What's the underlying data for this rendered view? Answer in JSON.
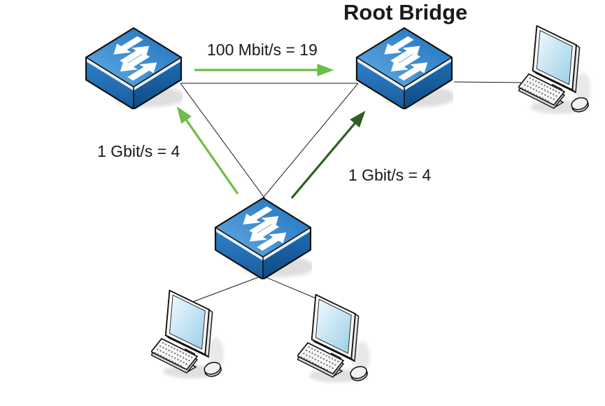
{
  "labels": {
    "root_bridge": "Root Bridge"
  },
  "path_costs": {
    "top": {
      "label": "100 Mbit/s = 19",
      "speed": "100 Mbit/s",
      "cost": 19,
      "arrow_color": "#6CBE45",
      "from": "left-switch",
      "to": "root-bridge-switch"
    },
    "left_diagonal": {
      "label": "1 Gbit/s = 4",
      "speed": "1 Gbit/s",
      "cost": 4,
      "arrow_color": "#6CBE45",
      "from": "bottom-switch",
      "to": "left-switch"
    },
    "right_diagonal": {
      "label": "1 Gbit/s = 4",
      "speed": "1 Gbit/s",
      "cost": 4,
      "arrow_color": "#2E5E22",
      "from": "bottom-switch",
      "to": "root-bridge-switch"
    }
  },
  "nodes": [
    {
      "id": "left-switch",
      "icon": "network-switch-icon"
    },
    {
      "id": "root-bridge-switch",
      "icon": "network-switch-icon",
      "caption": "Root Bridge"
    },
    {
      "id": "bottom-switch",
      "icon": "network-switch-icon"
    },
    {
      "id": "right-workstation",
      "icon": "desktop-computer-icon"
    },
    {
      "id": "bottom-left-workstation",
      "icon": "desktop-computer-icon"
    },
    {
      "id": "bottom-right-workstation",
      "icon": "desktop-computer-icon"
    }
  ],
  "links": [
    {
      "from": "left-switch",
      "to": "root-bridge-switch"
    },
    {
      "from": "left-switch",
      "to": "bottom-switch"
    },
    {
      "from": "root-bridge-switch",
      "to": "bottom-switch"
    },
    {
      "from": "root-bridge-switch",
      "to": "right-workstation"
    },
    {
      "from": "bottom-switch",
      "to": "bottom-left-workstation"
    },
    {
      "from": "bottom-switch",
      "to": "bottom-right-workstation"
    }
  ],
  "colors": {
    "background": "#FFFFFF",
    "text": "#1A1A1A",
    "connection_line": "#1A1A1A",
    "arrow_light_green": "#6CBE45",
    "arrow_dark_green": "#2E5E22",
    "switch_blue": "#2176C4",
    "monitor_screen_blue": "#BFE3F4"
  }
}
